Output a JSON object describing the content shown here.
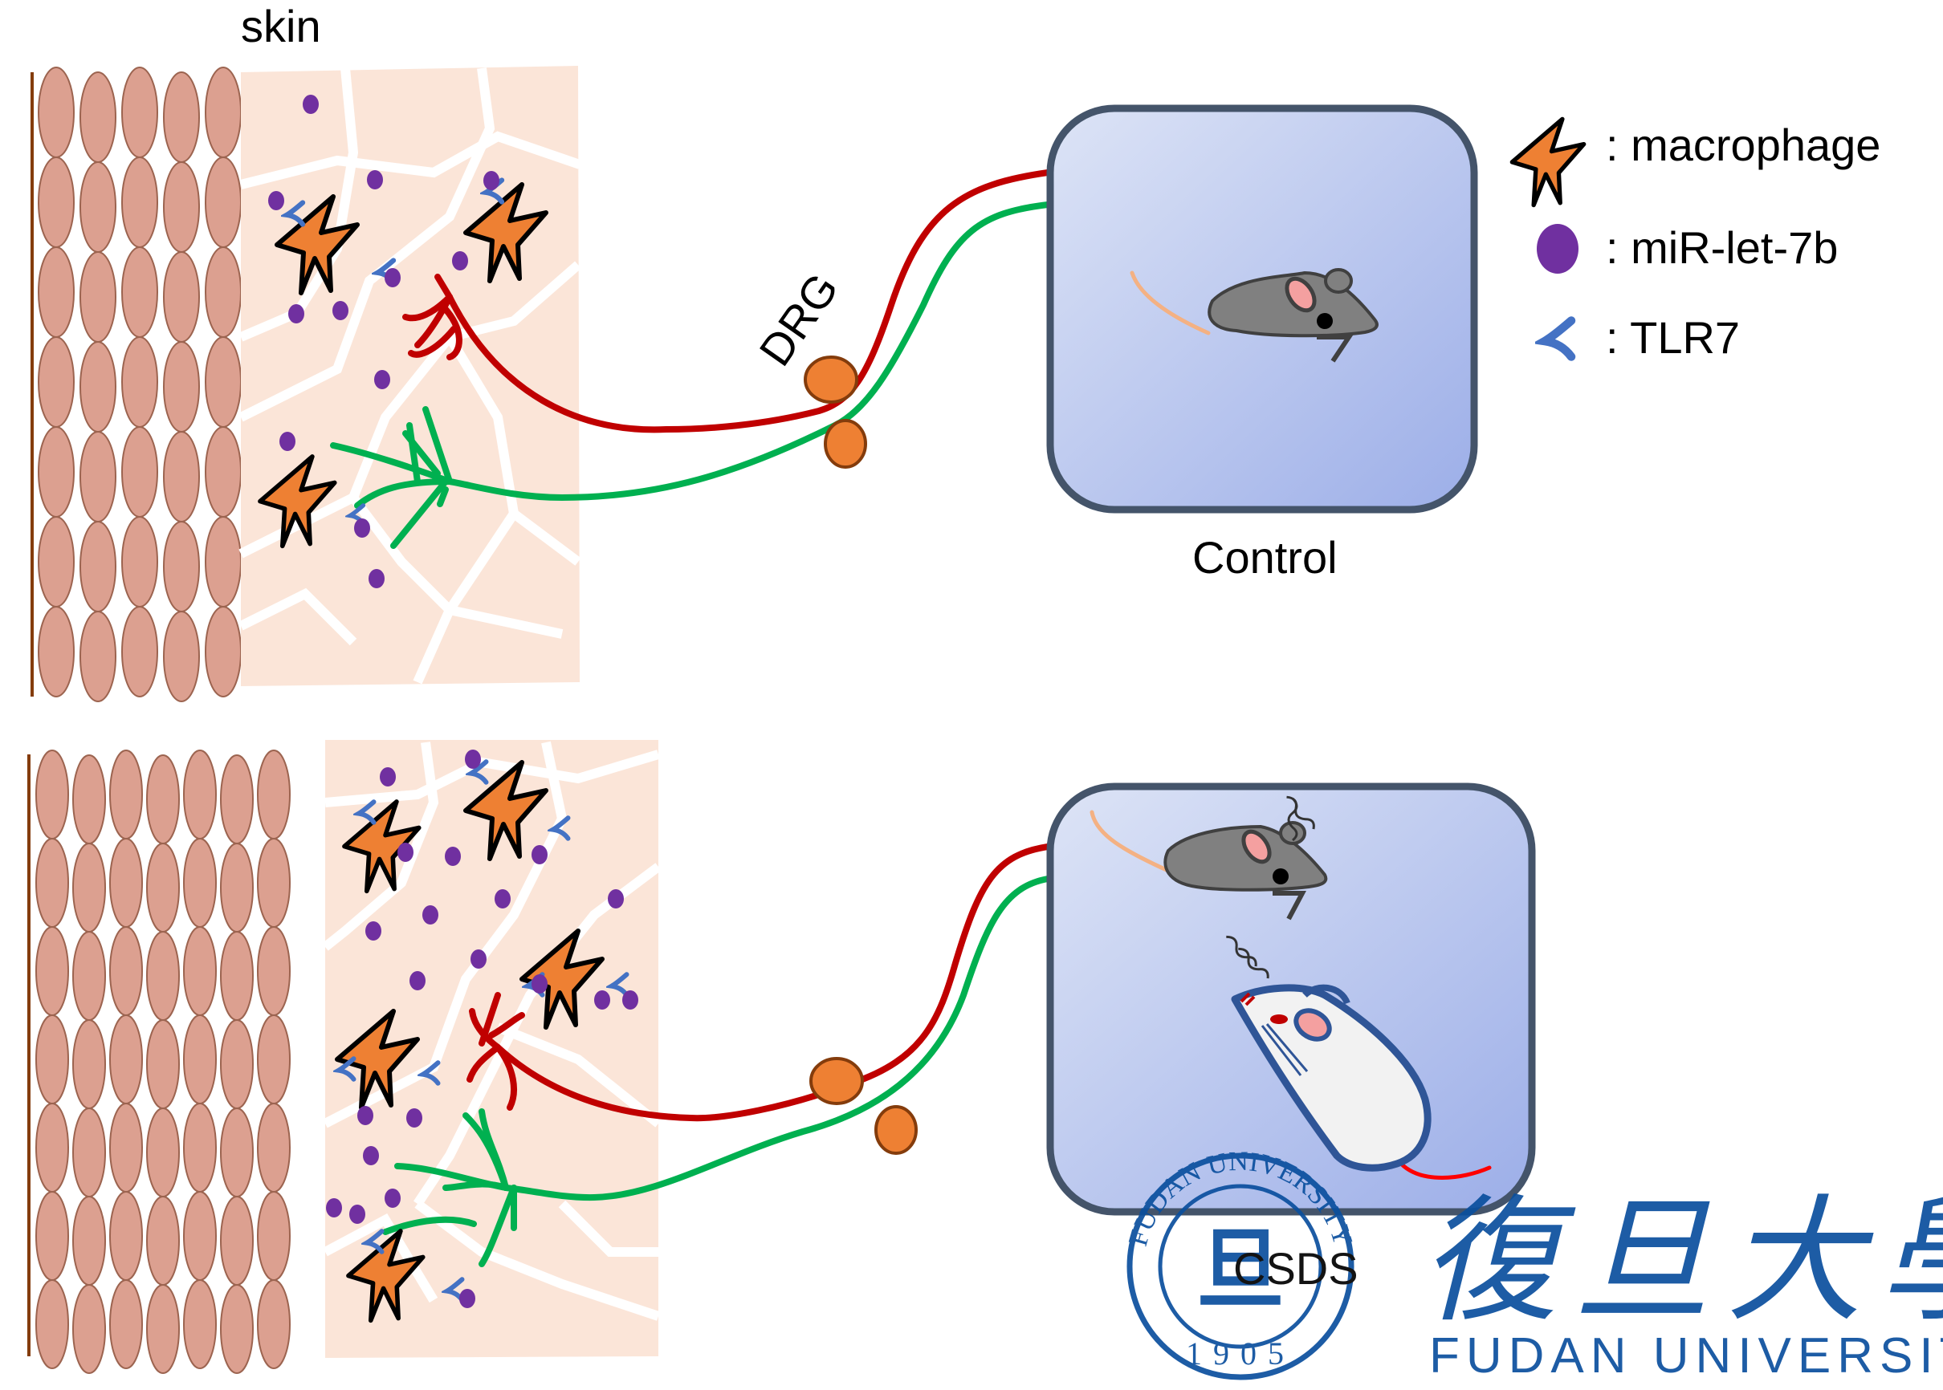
{
  "labels": {
    "skin": "skin",
    "drg": "DRG",
    "control": "Control",
    "csds": "CSDS"
  },
  "legend": [
    {
      "icon": "macrophage-icon",
      "text": ": macrophage"
    },
    {
      "icon": "mir-let-7b-icon",
      "text": ": miR-let-7b"
    },
    {
      "icon": "tlr7-icon",
      "text": ": TLR7"
    }
  ],
  "watermark": {
    "seal_top": "FUDAN UNIVERSITY",
    "seal_year": "1905",
    "chinese": "復旦大學",
    "english": "FUDAN UNIVERSITY"
  },
  "colors": {
    "keratinocyte": "#dca090",
    "keratinocyte_stroke": "#9c6450",
    "dermis": "#fbe5d8",
    "macrophage": "#ee8033",
    "mirna": "#7030a0",
    "tlr7": "#4472c4",
    "red_neuron": "#c00000",
    "green_neuron": "#00b050",
    "drg_cell": "#ee8033",
    "box_stroke": "#44546a",
    "box_fill_light": "#dde4f6",
    "box_fill_dark": "#9caee8",
    "mouse_gray": "#808080",
    "mouse_tail": "#f4b183",
    "fudan_blue": "#0a4f9e"
  }
}
